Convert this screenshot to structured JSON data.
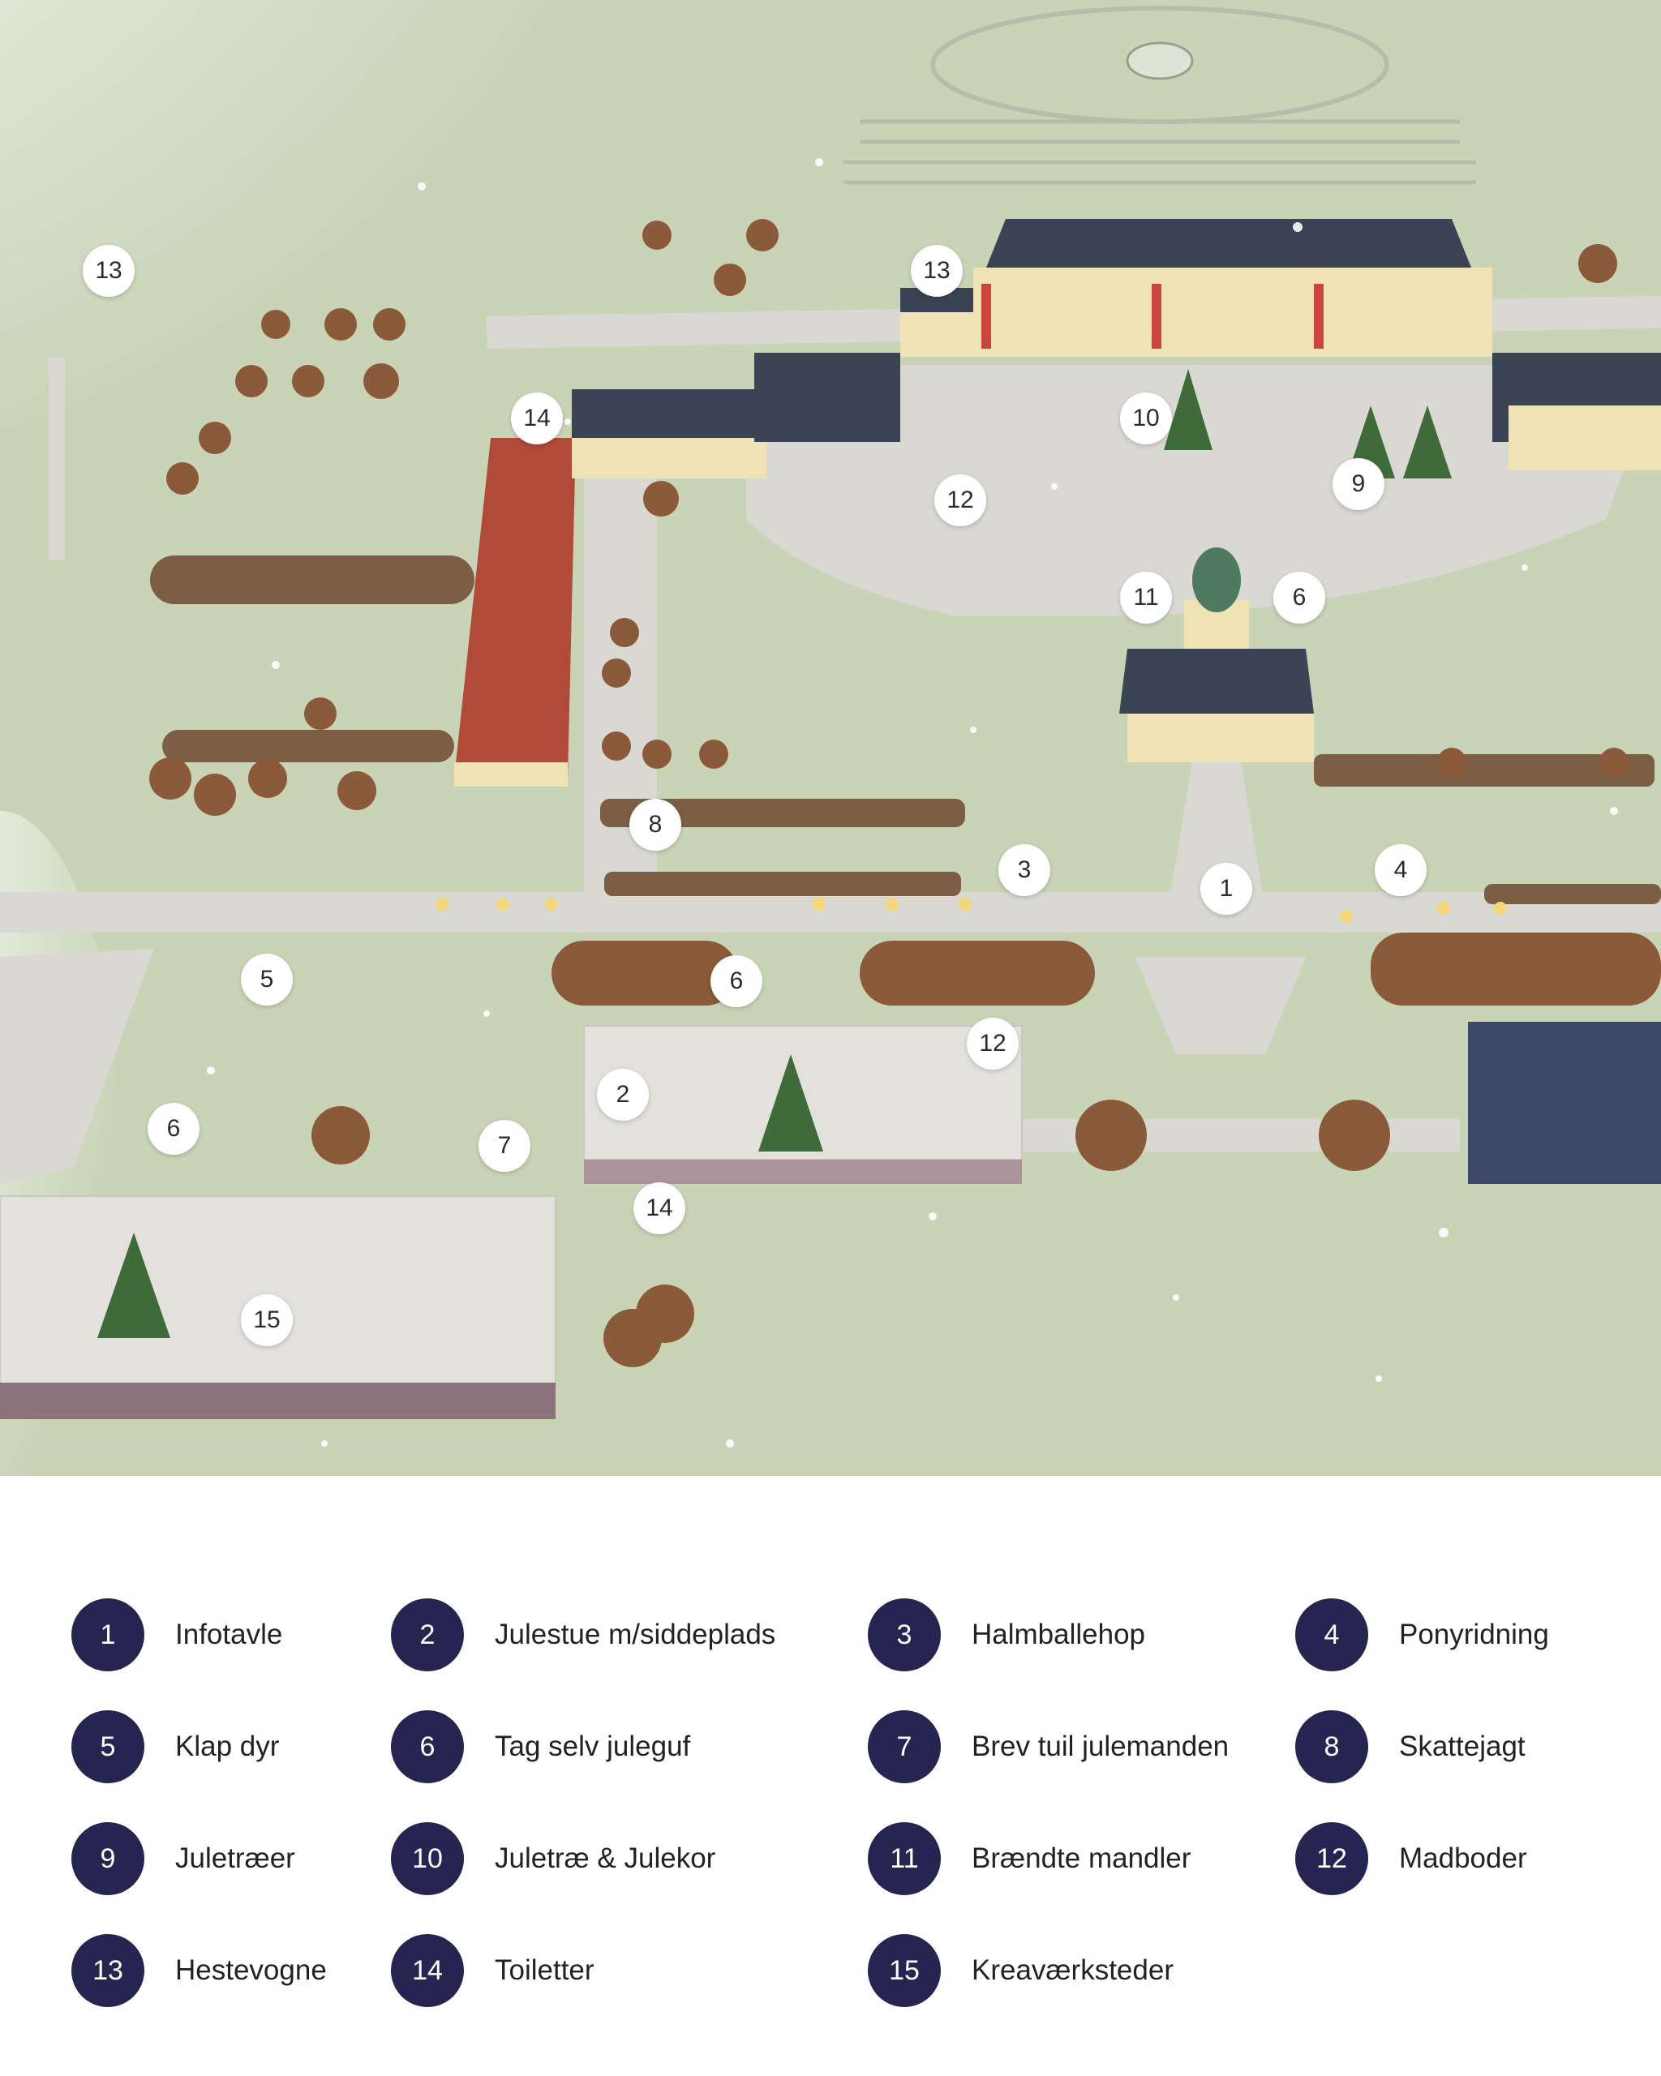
{
  "colors": {
    "grass": "#c9d4b7",
    "path": "#d9d8d2",
    "badge": "#262450",
    "roof_dark": "#3b4454",
    "barn_roof": "#b24a3a",
    "castle_wall": "#efe3b5",
    "tree": "#8a5a3a"
  },
  "map": {
    "markers": [
      {
        "id": "m1",
        "label": "1"
      },
      {
        "id": "m2",
        "label": "2"
      },
      {
        "id": "m3",
        "label": "3"
      },
      {
        "id": "m4",
        "label": "4"
      },
      {
        "id": "m5",
        "label": "5"
      },
      {
        "id": "m6a",
        "label": "6"
      },
      {
        "id": "m6b",
        "label": "6"
      },
      {
        "id": "m6c",
        "label": "6"
      },
      {
        "id": "m7",
        "label": "7"
      },
      {
        "id": "m8",
        "label": "8"
      },
      {
        "id": "m9",
        "label": "9"
      },
      {
        "id": "m10",
        "label": "10"
      },
      {
        "id": "m11",
        "label": "11"
      },
      {
        "id": "m12a",
        "label": "12"
      },
      {
        "id": "m12b",
        "label": "12"
      },
      {
        "id": "m13a",
        "label": "13"
      },
      {
        "id": "m13b",
        "label": "13"
      },
      {
        "id": "m14a",
        "label": "14"
      },
      {
        "id": "m14b",
        "label": "14"
      },
      {
        "id": "m15",
        "label": "15"
      }
    ]
  },
  "legend": [
    {
      "num": "1",
      "label": "Infotavle"
    },
    {
      "num": "2",
      "label": "Julestue m/siddeplads"
    },
    {
      "num": "3",
      "label": "Halmballehop"
    },
    {
      "num": "4",
      "label": "Ponyridning"
    },
    {
      "num": "5",
      "label": "Klap dyr"
    },
    {
      "num": "6",
      "label": "Tag selv juleguf"
    },
    {
      "num": "7",
      "label": "Brev tuil julemanden"
    },
    {
      "num": "8",
      "label": "Skattejagt"
    },
    {
      "num": "9",
      "label": "Juletræer"
    },
    {
      "num": "10",
      "label": "Juletræ & Julekor"
    },
    {
      "num": "11",
      "label": "Brændte mandler"
    },
    {
      "num": "12",
      "label": "Madboder"
    },
    {
      "num": "13",
      "label": "Hestevogne"
    },
    {
      "num": "14",
      "label": "Toiletter"
    },
    {
      "num": "15",
      "label": "Kreaværksteder"
    }
  ]
}
